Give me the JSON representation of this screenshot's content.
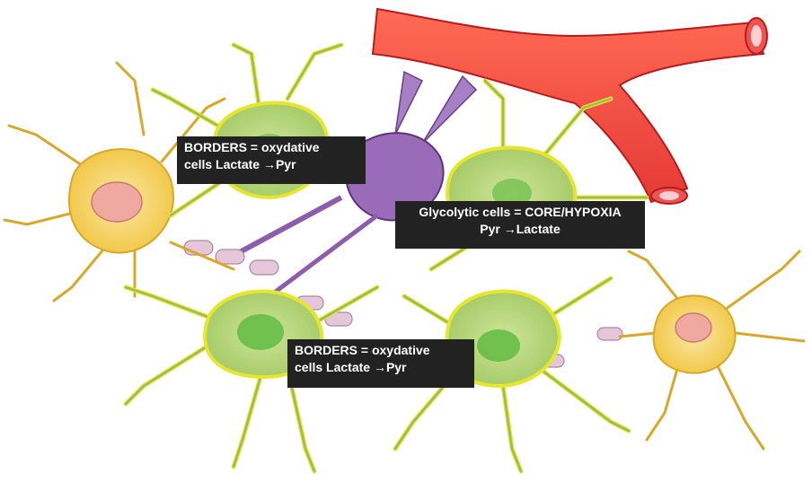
{
  "labels": {
    "borders_top": {
      "line1": "BORDERS = oxydative",
      "line2": "cells Lactate →Pyr"
    },
    "glycolytic": {
      "line1": "Glycolytic cells = CORE/HYPOXIA",
      "line2": "Pyr →Lactate"
    },
    "borders_bottom": {
      "line1": "BORDERS = oxydative",
      "line2": "cells Lactate →Pyr"
    }
  },
  "colors": {
    "vessel": "#f44336",
    "vessel_dark": "#c62828",
    "green_cell": "#b5d67a",
    "green_nucleus": "#6cbf4a",
    "cell_outline": "#e6e62e",
    "yellow_cell": "#f5d66a",
    "yellow_nucleus": "#f0a9a0",
    "purple_cell": "#9a6bb8",
    "myelin": "#e6c6da",
    "label_bg": "#222222",
    "label_text": "#ffffff"
  }
}
